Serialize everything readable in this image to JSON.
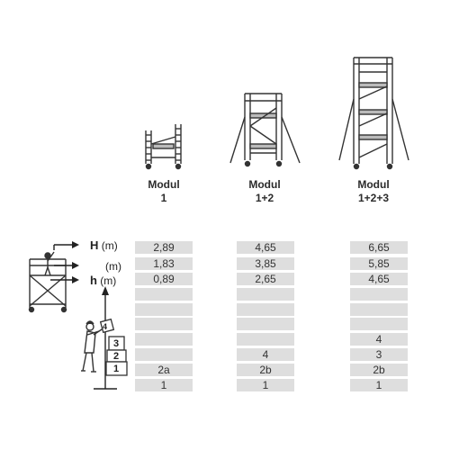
{
  "modules": [
    {
      "name": "Modul",
      "number": "1"
    },
    {
      "name": "Modul",
      "number": "1+2"
    },
    {
      "name": "Modul",
      "number": "1+2+3"
    }
  ],
  "row_labels": [
    {
      "symbol": "H",
      "unit": "(m)"
    },
    {
      "symbol": "",
      "unit": "(m)"
    },
    {
      "symbol": "h",
      "unit": "(m)"
    }
  ],
  "box_labels": [
    "1",
    "2",
    "3",
    "4"
  ],
  "table": [
    [
      "2,89",
      "4,65",
      "6,65"
    ],
    [
      "1,83",
      "3,85",
      "5,85"
    ],
    [
      "0,89",
      "2,65",
      "4,65"
    ],
    [
      "",
      "",
      ""
    ],
    [
      "",
      "",
      ""
    ],
    [
      "",
      "",
      ""
    ],
    [
      "",
      "",
      "4"
    ],
    [
      "",
      "4",
      "3"
    ],
    [
      "2a",
      "2b",
      "2b"
    ],
    [
      "1",
      "1",
      "1"
    ]
  ]
}
